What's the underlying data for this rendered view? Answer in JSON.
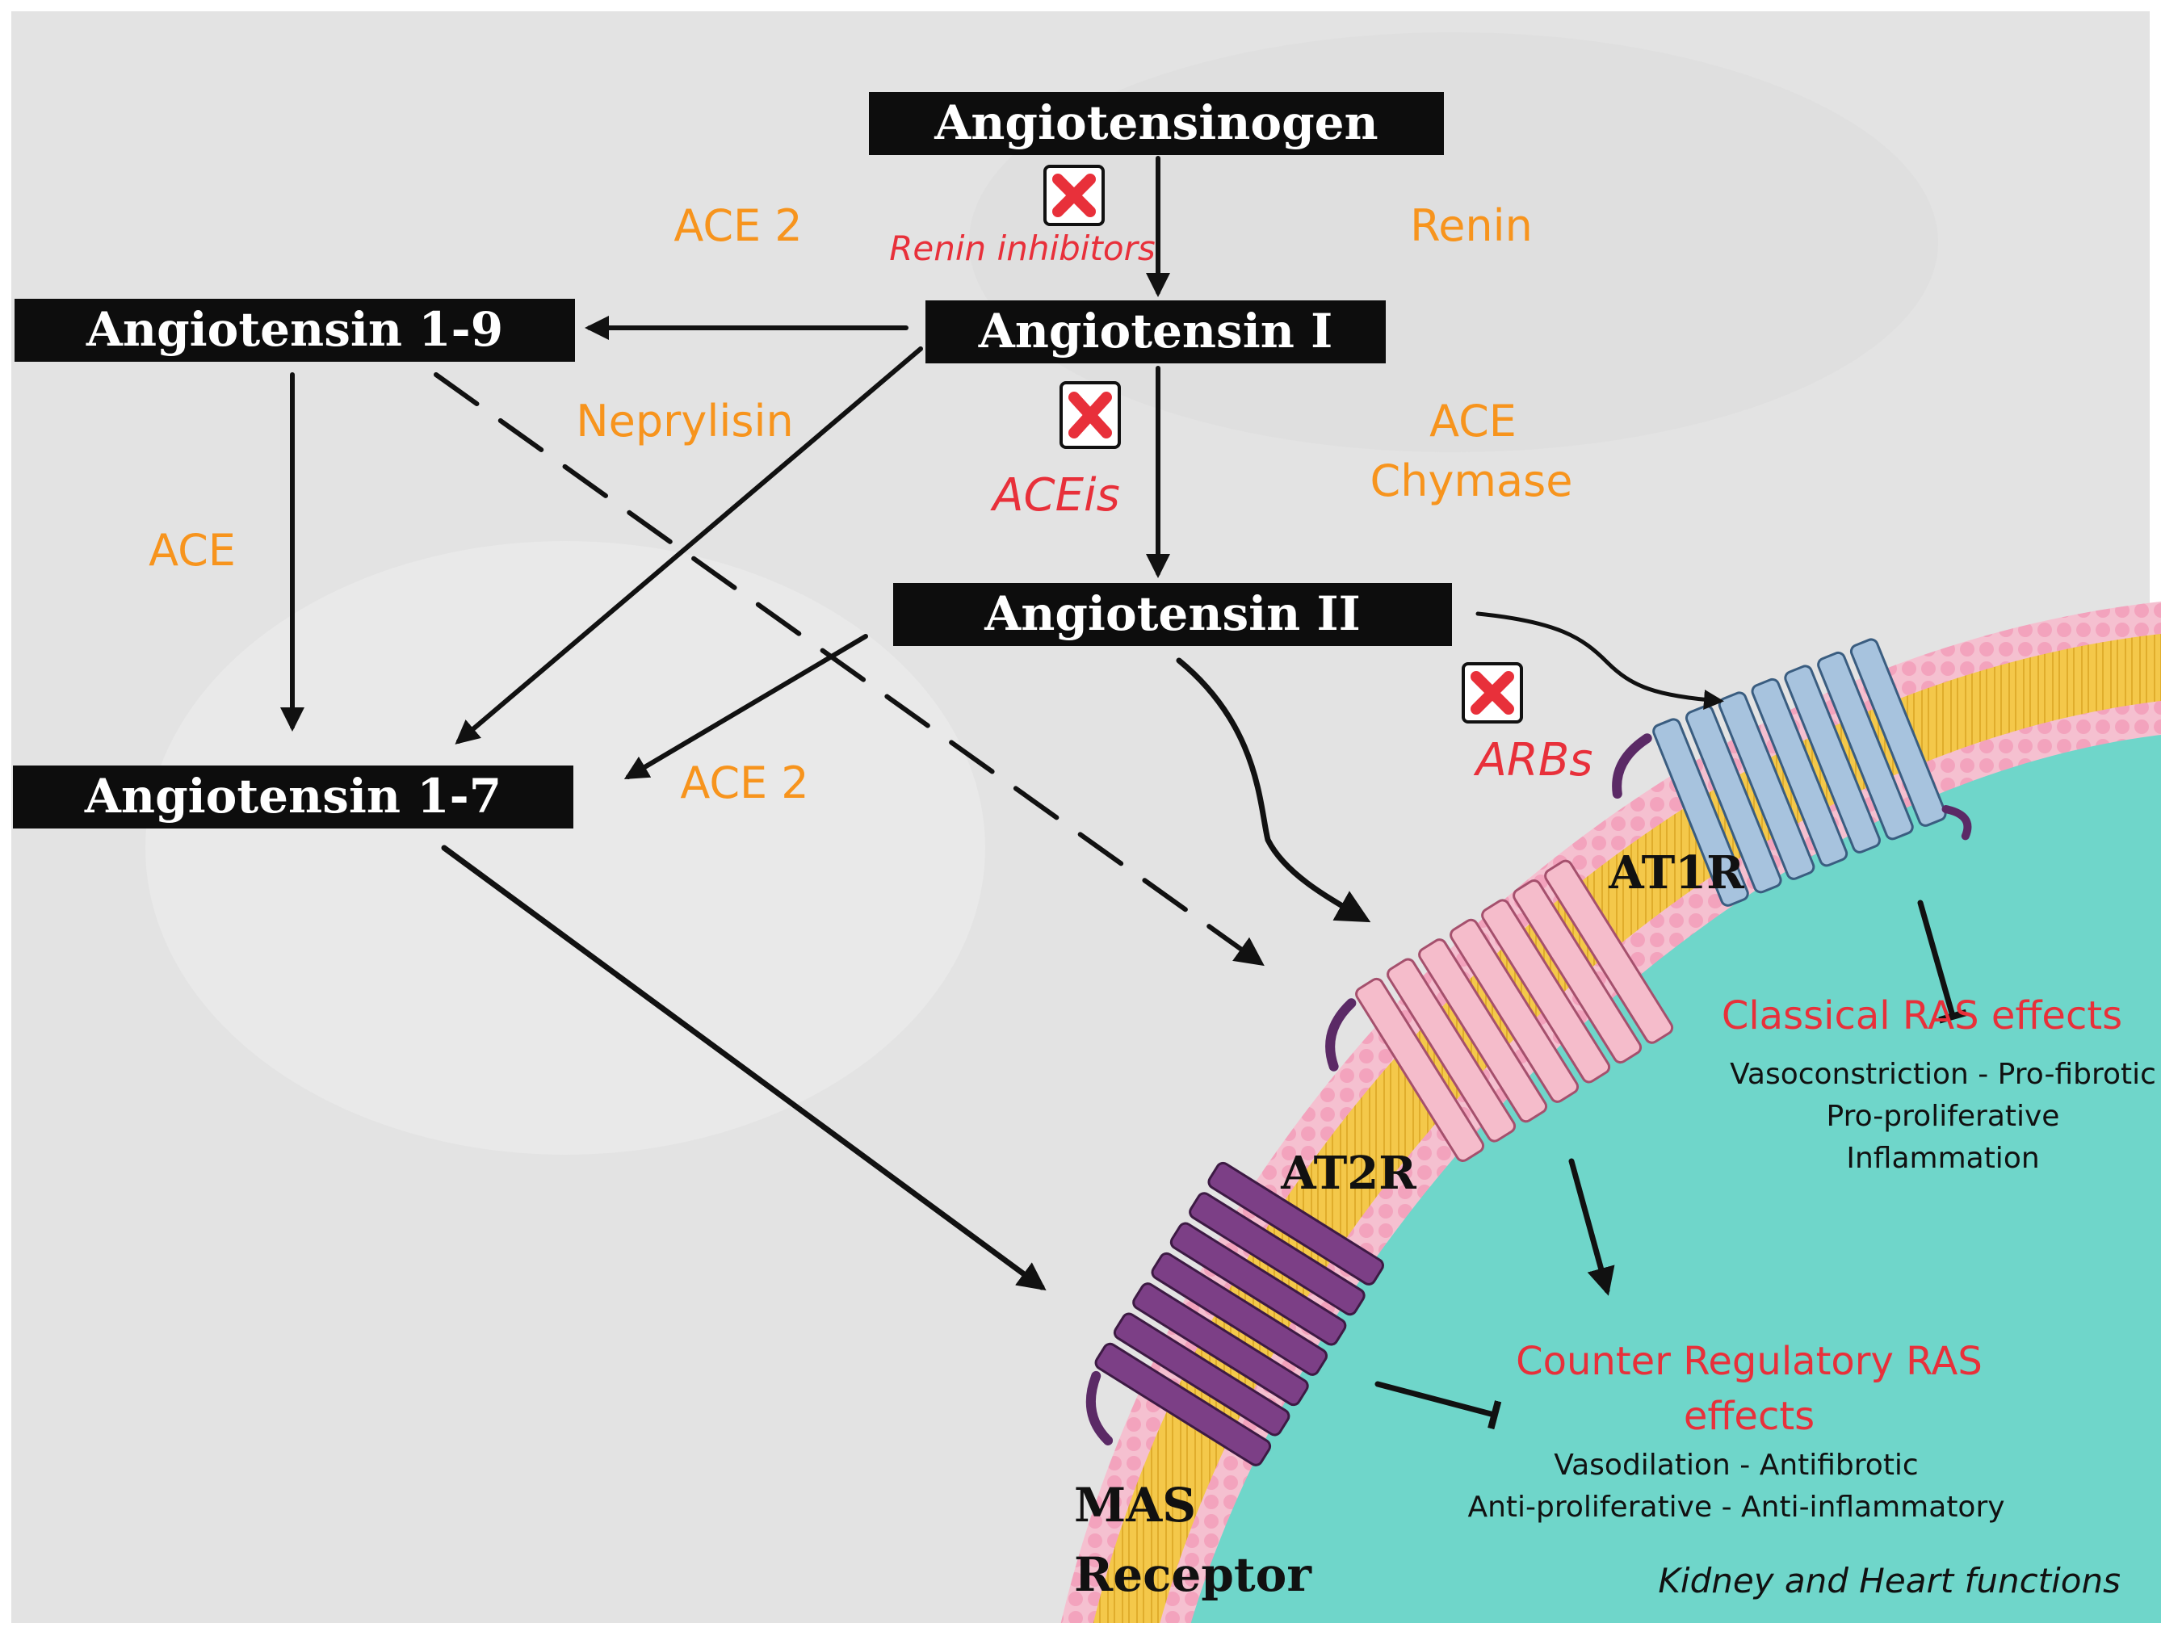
{
  "colors": {
    "enzyme": "#f7941d",
    "inhibitor": "#e8303a",
    "box_fill": "#0d0d0d",
    "box_text": "#ffffff",
    "cell_interior": "#6fd6ca",
    "membrane_heads": "#f2b3c6",
    "membrane_core": "#f4c84a",
    "at1r": "#a7c3de",
    "at2r": "#f5bccb",
    "mas": "#7c3f86",
    "background": "#e4e4e4"
  },
  "nodes": {
    "angiotensinogen": "Angiotensinogen",
    "ang1": "Angiotensin I",
    "ang19": "Angiotensin 1-9",
    "ang2": "Angiotensin II",
    "ang17": "Angiotensin 1-7"
  },
  "enzymes": {
    "ace2_top": "ACE 2",
    "renin": "Renin",
    "neprylisin": "Neprylisin",
    "ace_left": "ACE",
    "ace_right": "ACE",
    "chymase": "Chymase",
    "ace2_mid": "ACE 2"
  },
  "inhibitors": {
    "renin_inhibitors": "Renin inhibitors",
    "aceis": "ACEis",
    "arbs": "ARBs",
    "icon": "red-x-icon"
  },
  "receptors": {
    "at1r": "AT1R",
    "at2r": "AT2R",
    "mas_line1": "MAS",
    "mas_line2": "Receptor"
  },
  "effects": {
    "classical_title": "Classical RAS effects",
    "classical_lines": [
      "Vasoconstriction - Pro-fibrotic",
      "Pro-proliferative",
      "Inflammation"
    ],
    "counter_title_line1": "Counter Regulatory RAS",
    "counter_title_line2": "effects",
    "counter_lines": [
      "Vasodilation - Antifibrotic",
      "Anti-proliferative - Anti-inflammatory"
    ]
  },
  "footer": "Kidney and Heart functions"
}
